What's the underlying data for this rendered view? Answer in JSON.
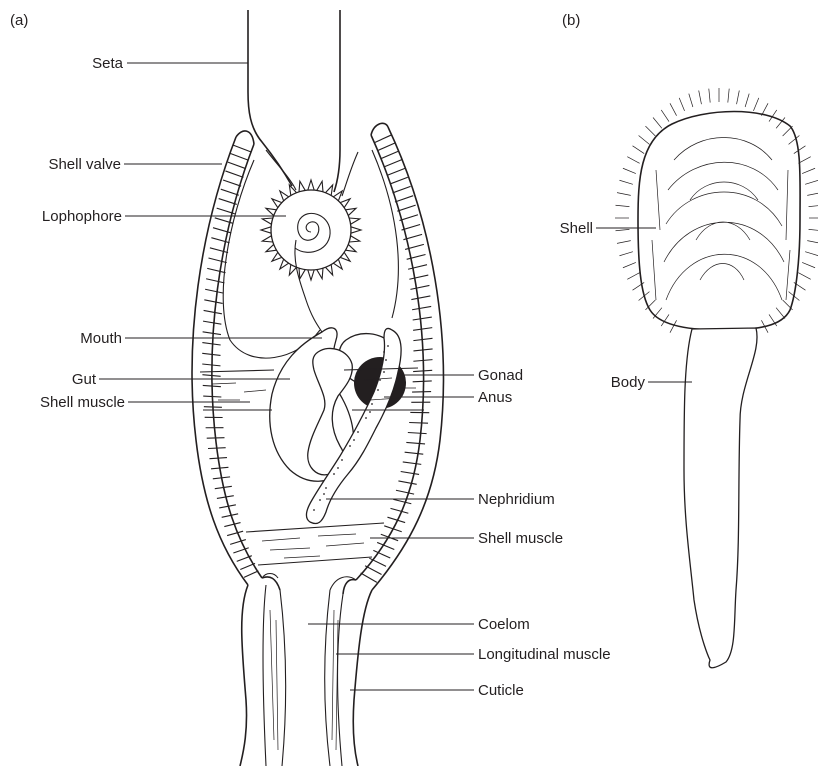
{
  "panels": {
    "a": "(a)",
    "b": "(b)"
  },
  "labels_a": {
    "seta": "Seta",
    "shell_valve": "Shell valve",
    "lophophore": "Lophophore",
    "mouth": "Mouth",
    "gut": "Gut",
    "shell_muscle_upper": "Shell muscle",
    "gonad": "Gonad",
    "anus": "Anus",
    "nephridium": "Nephridium",
    "shell_muscle_lower": "Shell muscle",
    "coelom": "Coelom",
    "longitudinal_muscle": "Longitudinal muscle",
    "cuticle": "Cuticle"
  },
  "labels_b": {
    "shell": "Shell",
    "body": "Body"
  },
  "colors": {
    "ink": "#231f20",
    "background": "#ffffff"
  }
}
